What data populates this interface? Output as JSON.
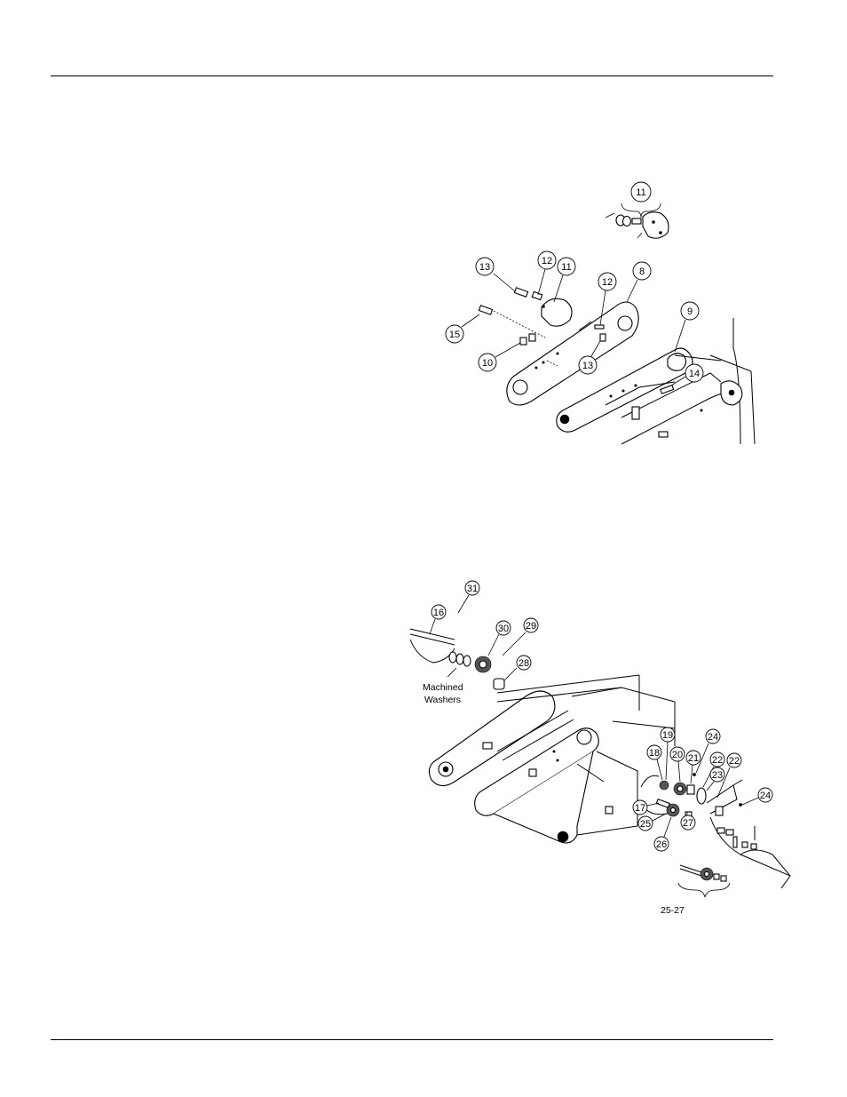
{
  "figure1": {
    "callouts": [
      "8",
      "9",
      "10",
      "11",
      "11",
      "12",
      "12",
      "13",
      "13",
      "14",
      "15"
    ]
  },
  "figure2": {
    "callouts": [
      "16",
      "17",
      "18",
      "19",
      "20",
      "21",
      "22",
      "22",
      "23",
      "24",
      "24",
      "25",
      "26",
      "27",
      "28",
      "29",
      "30",
      "31"
    ],
    "note": [
      "Machined",
      "Washers"
    ],
    "group_label": "25-27"
  }
}
